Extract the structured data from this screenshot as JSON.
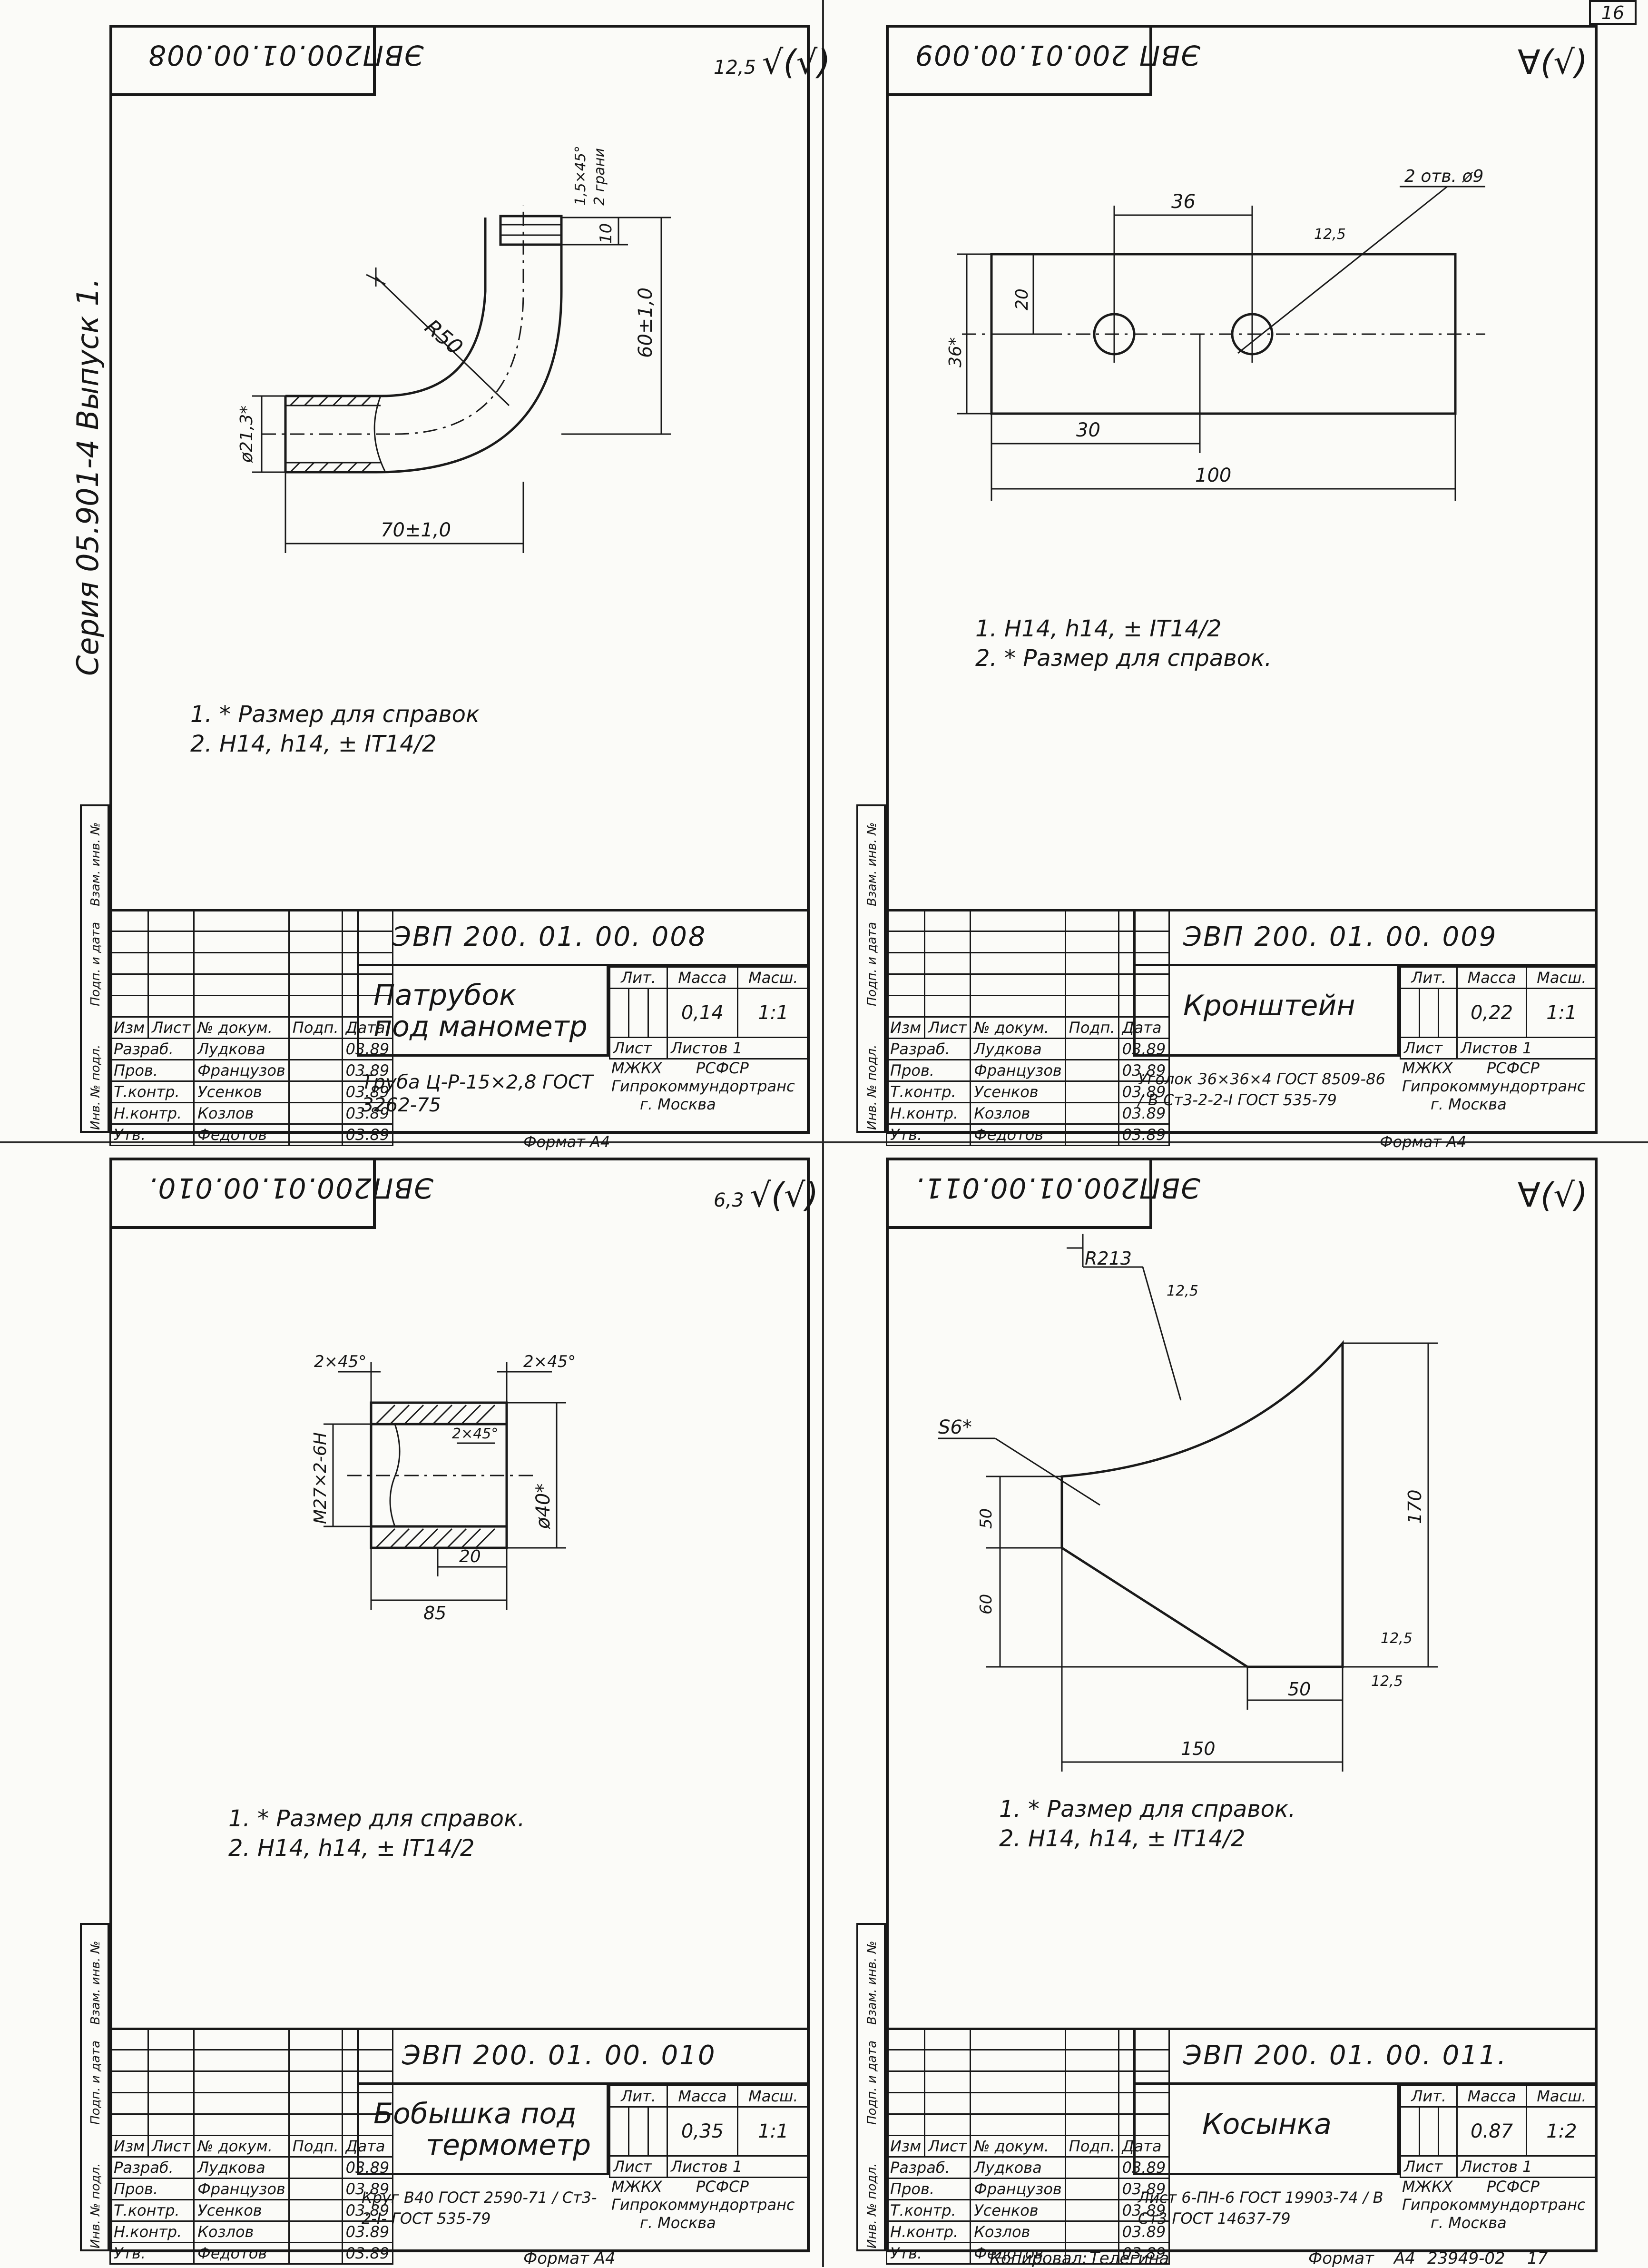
{
  "page_number": "16",
  "series_text": "Серия 05.901-4 Выпуск 1.",
  "footer": {
    "copied": "Копировал:",
    "copier": "Телегина",
    "format": "Формат",
    "format_code": "А4",
    "order": "23949-02",
    "sheet": "17"
  },
  "side_labels": [
    "Инв. № подл.",
    "Подп. и дата",
    "Взам. инв. №"
  ],
  "stamp_headers": [
    "Изм",
    "Лист",
    "№ докум.",
    "Подп.",
    "Дата"
  ],
  "stamp_roles": [
    "Разраб.",
    "Пров.",
    "Т.контр.",
    "Н.контр.",
    "Утв."
  ],
  "stamp_labels": {
    "lit": "Лит.",
    "mass": "Масса",
    "scale": "Масш.",
    "sheet": "Лист",
    "sheets": "Листов 1",
    "org1": "МЖКХ",
    "org2": "РСФСР",
    "org3": "Гипрокоммундортранс",
    "org4": "г. Москва",
    "format": "Формат А4"
  },
  "sheets": [
    {
      "doc_number": "ЭВП 200. 01. 00. 008",
      "doc_number_mirror": "ЭВП200.01.00.008",
      "roughness": "12,5",
      "name": [
        "Патрубок",
        "под манометр"
      ],
      "mass": "0,14",
      "scale": "1:1",
      "material": "Труба Ц-Р-15×2,8 ГОСТ 3262-75",
      "people": [
        {
          "name": "Лудкова",
          "date": "03.89"
        },
        {
          "name": "Французов",
          "date": "03.89"
        },
        {
          "name": "Усенков",
          "date": "03.89"
        },
        {
          "name": "Козлов",
          "date": "03.89"
        },
        {
          "name": "Федотов",
          "date": "03.89"
        }
      ],
      "notes": [
        "1. * Размер для справок",
        "2. H14, h14, ± IT14/2"
      ],
      "dims": {
        "chamfer": "1,5×45°",
        "edges": "2 грани",
        "thread": "10",
        "height": "60±1,0",
        "radius": "R50",
        "diam": "ø21,3*",
        "length": "70±1,0"
      }
    },
    {
      "doc_number": "ЭВП 200. 01. 00. 009",
      "doc_number_mirror": "ЭВП 200.01.00.009",
      "roughness": "",
      "name": [
        "Кронштейн"
      ],
      "mass": "0,22",
      "scale": "1:1",
      "material": "Уголок 36×36×4 ГОСТ 8509-86 / В Ст3-2-2-I ГОСТ 535-79",
      "people": [
        {
          "name": "Лудкова",
          "date": "03.89"
        },
        {
          "name": "Французов",
          "date": "03.89"
        },
        {
          "name": "Усенков",
          "date": "03.89"
        },
        {
          "name": "Козлов",
          "date": "03.89"
        },
        {
          "name": "Федотов",
          "date": "03.89"
        }
      ],
      "notes": [
        "1. H14, h14, ± IT14/2",
        "2. * Размер для справок."
      ],
      "dims": {
        "holes": "2 отв. ø9",
        "rough": "12,5",
        "spacing": "36",
        "height": "36*",
        "offset_v": "20",
        "offset_h": "30",
        "length": "100"
      }
    },
    {
      "doc_number": "ЭВП 200. 01. 00. 010",
      "doc_number_mirror": "ЭВП200.01.00.010.",
      "roughness": "6,3",
      "name": [
        "Бобышка под",
        "термометр"
      ],
      "mass": "0,35",
      "scale": "1:1",
      "material": "Круг В40 ГОСТ 2590-71 / Ст3-2-I- ГОСТ 535-79",
      "people": [
        {
          "name": "Лудкова",
          "date": "03.89"
        },
        {
          "name": "Французов",
          "date": "03.89"
        },
        {
          "name": "Усенков",
          "date": "03.89"
        },
        {
          "name": "Козлов",
          "date": "03.89"
        },
        {
          "name": "Федотов",
          "date": "03.89"
        }
      ],
      "notes": [
        "1. * Размер для справок.",
        "2. H14, h14, ± IT14/2"
      ],
      "dims": {
        "chamfer_l": "2×45°",
        "chamfer_r": "2×45°",
        "chamfer_in": "2×45°",
        "thread": "M27×2-6H",
        "diam": "ø40*",
        "inner": "20",
        "length": "85"
      }
    },
    {
      "doc_number": "ЭВП 200. 01. 00. 011.",
      "doc_number_mirror": "ЭВП200.01.00.011.",
      "roughness": "",
      "name": [
        "Косынка"
      ],
      "mass": "0.87",
      "scale": "1:2",
      "material": "Лист 6-ПН-6 ГОСТ 19903-74 / В Ст3 ГОСТ 14637-79",
      "people": [
        {
          "name": "Лудкова",
          "date": "03.89"
        },
        {
          "name": "Французов",
          "date": "03.89"
        },
        {
          "name": "Усенков",
          "date": "03.89"
        },
        {
          "name": "Козлов",
          "date": "03.89"
        },
        {
          "name": "Федотов",
          "date": "03.89"
        }
      ],
      "notes": [
        "1. * Размер для справок.",
        "2. H14, h14, ± IT14/2"
      ],
      "dims": {
        "radius": "R213",
        "rough": "12,5",
        "thick": "S6*",
        "h1": "50",
        "h2": "60",
        "height": "170",
        "base": "50",
        "width": "150",
        "rough2": "12,5",
        "rough3": "12,5"
      }
    }
  ]
}
